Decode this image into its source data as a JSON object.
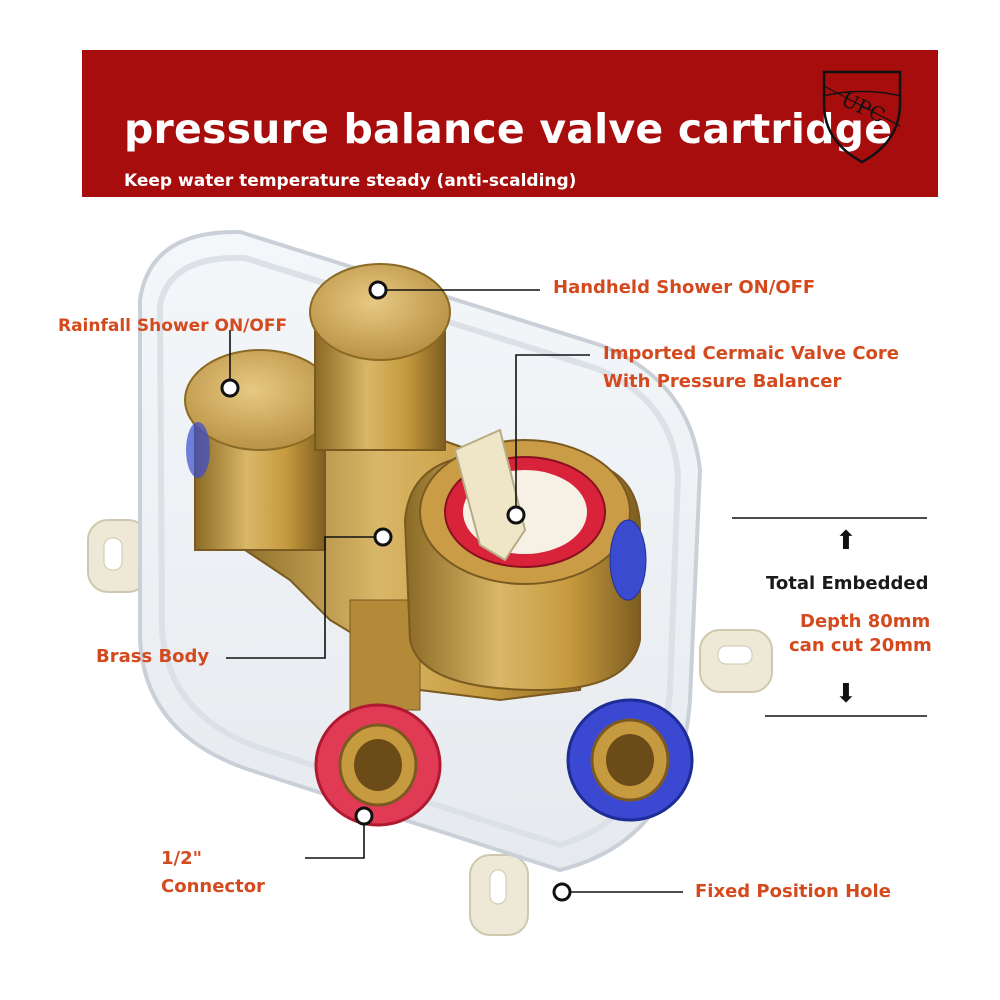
{
  "banner": {
    "title": "pressure balance valve cartridge",
    "subtitle": "Keep water temperature steady (anti-scalding)",
    "background_color": "#a80d0d",
    "seal_text": "UPC"
  },
  "callouts": {
    "handheld": "Handheld Shower ON/OFF",
    "rainfall": "Rainfall Shower ON/OFF",
    "valve_core_line1": "Imported Cermaic Valve Core",
    "valve_core_line2": "With Pressure Balancer",
    "brass_body": "Brass Body",
    "connector_line1": "1/2\"",
    "connector_line2": "Connector",
    "fixed_hole": "Fixed Position Hole"
  },
  "dimension": {
    "label": "Total Embedded",
    "depth_line1": "Depth 80mm",
    "depth_line2": "can cut 20mm",
    "up_arrow": "⬆",
    "down_arrow": "⬇"
  },
  "colors": {
    "label_color": "#d44a1f",
    "brass": "#c9a24a",
    "hot_ring": "#d9233a",
    "cold_ring": "#2f3fc8"
  }
}
